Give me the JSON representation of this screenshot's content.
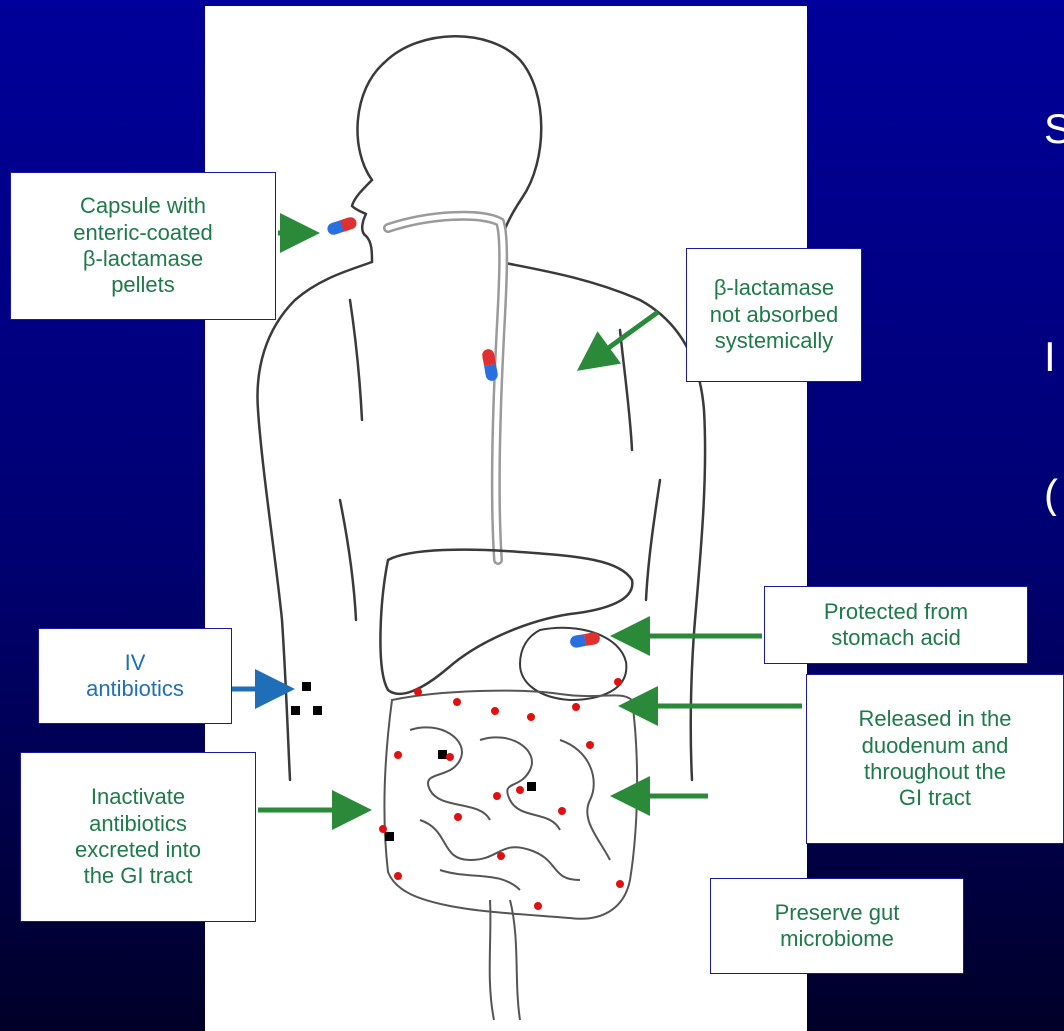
{
  "colors": {
    "label_green": "#1f7a4a",
    "label_blue": "#1f6fb8",
    "arrow_green": "#2a8a3a",
    "arrow_blue": "#1f6fb8",
    "enzyme_dot": "#e01010",
    "antibiotic_dot": "#000000"
  },
  "callouts": {
    "capsule": "Capsule with\nenteric-coated\nβ-lactamase\npellets",
    "not_absorbed": "β-lactamase\nnot absorbed\nsystemically",
    "protected": "Protected from\nstomach acid",
    "iv": "IV\nantibiotics",
    "released": "Released in the\nduodenum and\nthroughout the\nGI tract",
    "inactivate": "Inactivate\nantibiotics\nexcreted into\nthe GI tract",
    "preserve": "Preserve gut\nmicrobiome"
  },
  "edge_text": [
    "S",
    "I",
    "("
  ]
}
